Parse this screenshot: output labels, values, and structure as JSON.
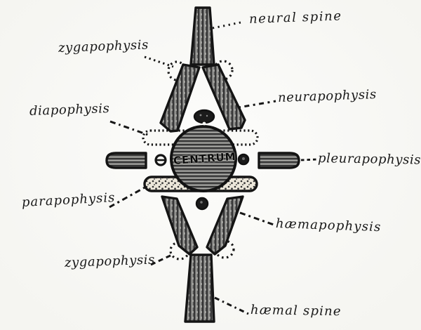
{
  "figure": {
    "labels": {
      "neural_spine": "neural spine",
      "zygapophysis_top": "zygapophysis",
      "diapophysis": "diapophysis",
      "neurapophysis": "neurapophysis",
      "pleurapophysis": "pleurapophysis",
      "parapophysis": "parapophysis",
      "zygapophysis_bottom": "zygapophysis",
      "haemapophysis": "hæmapophysis",
      "haemal_spine": "hæmal spine",
      "centrum": "CENTRUM"
    },
    "colors": {
      "ink": "#161616",
      "paper": "#f9f9f6",
      "hatch_mid": "#6a6a6a",
      "stipple_base": "#ece7da"
    }
  }
}
